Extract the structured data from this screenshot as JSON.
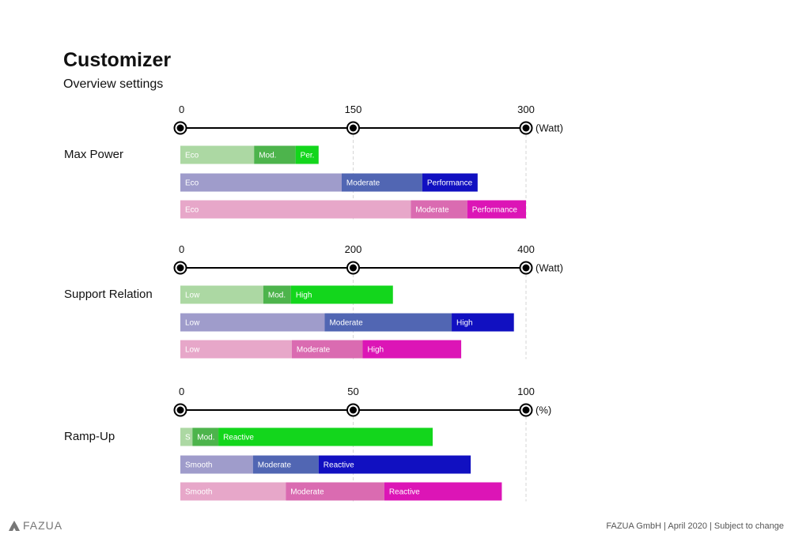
{
  "header": {
    "title": "Customizer",
    "subtitle": "Overview settings"
  },
  "footer": {
    "logo_text": "FAZUA",
    "note": "FAZUA GmbH | April 2020 | Subject to change"
  },
  "colors": {
    "green": [
      "#acd8a3",
      "#4db44c",
      "#13d61c"
    ],
    "blue": [
      "#9f9ccb",
      "#5166b3",
      "#1110c1"
    ],
    "pink": [
      "#e7a7c9",
      "#da6bb1",
      "#dc15b6"
    ]
  },
  "chart_data": [
    {
      "type": "bar",
      "orientation": "horizontal-stacked",
      "title": "Max Power",
      "unit": "(Watt)",
      "xlim": [
        0,
        300
      ],
      "ticks": [
        "0",
        "150",
        "300"
      ],
      "tick_values": [
        0,
        150,
        300
      ],
      "rows": [
        {
          "palette": "green",
          "segments": [
            {
              "label": "Eco",
              "start": 0,
              "end": 64
            },
            {
              "label": "Mod.",
              "start": 64,
              "end": 100
            },
            {
              "label": "Per.",
              "start": 100,
              "end": 120
            }
          ]
        },
        {
          "palette": "blue",
          "segments": [
            {
              "label": "Eco",
              "start": 0,
              "end": 140
            },
            {
              "label": "Moderate",
              "start": 140,
              "end": 210
            },
            {
              "label": "Performance",
              "start": 210,
              "end": 258
            }
          ]
        },
        {
          "palette": "pink",
          "segments": [
            {
              "label": "Eco",
              "start": 0,
              "end": 200
            },
            {
              "label": "Moderate",
              "start": 200,
              "end": 249
            },
            {
              "label": "Performance",
              "start": 249,
              "end": 300
            }
          ]
        }
      ]
    },
    {
      "type": "bar",
      "orientation": "horizontal-stacked",
      "title": "Support Relation",
      "unit": "(Watt)",
      "xlim": [
        0,
        400
      ],
      "ticks": [
        "0",
        "200",
        "400"
      ],
      "tick_values": [
        0,
        200,
        400
      ],
      "rows": [
        {
          "palette": "green",
          "segments": [
            {
              "label": "Low",
              "start": 0,
              "end": 96
            },
            {
              "label": "Mod.",
              "start": 96,
              "end": 128
            },
            {
              "label": "High",
              "start": 128,
              "end": 246
            }
          ]
        },
        {
          "palette": "blue",
          "segments": [
            {
              "label": "Low",
              "start": 0,
              "end": 167
            },
            {
              "label": "Moderate",
              "start": 167,
              "end": 314
            },
            {
              "label": "High",
              "start": 314,
              "end": 386
            }
          ]
        },
        {
          "palette": "pink",
          "segments": [
            {
              "label": "Low",
              "start": 0,
              "end": 129
            },
            {
              "label": "Moderate",
              "start": 129,
              "end": 211
            },
            {
              "label": "High",
              "start": 211,
              "end": 325
            }
          ]
        }
      ]
    },
    {
      "type": "bar",
      "orientation": "horizontal-stacked",
      "title": "Ramp-Up",
      "unit": "(%)",
      "xlim": [
        0,
        100
      ],
      "ticks": [
        "0",
        "50",
        "100"
      ],
      "tick_values": [
        0,
        50,
        100
      ],
      "rows": [
        {
          "palette": "green",
          "segments": [
            {
              "label": "S",
              "start": 0,
              "end": 3.5
            },
            {
              "label": "Mod.",
              "start": 3.5,
              "end": 11
            },
            {
              "label": "Reactive",
              "start": 11,
              "end": 73
            }
          ]
        },
        {
          "palette": "blue",
          "segments": [
            {
              "label": "Smooth",
              "start": 0,
              "end": 21
            },
            {
              "label": "Moderate",
              "start": 21,
              "end": 40
            },
            {
              "label": "Reactive",
              "start": 40,
              "end": 84
            }
          ]
        },
        {
          "palette": "pink",
          "segments": [
            {
              "label": "Smooth",
              "start": 0,
              "end": 30.5
            },
            {
              "label": "Moderate",
              "start": 30.5,
              "end": 59
            },
            {
              "label": "Reactive",
              "start": 59,
              "end": 93
            }
          ]
        }
      ]
    }
  ]
}
